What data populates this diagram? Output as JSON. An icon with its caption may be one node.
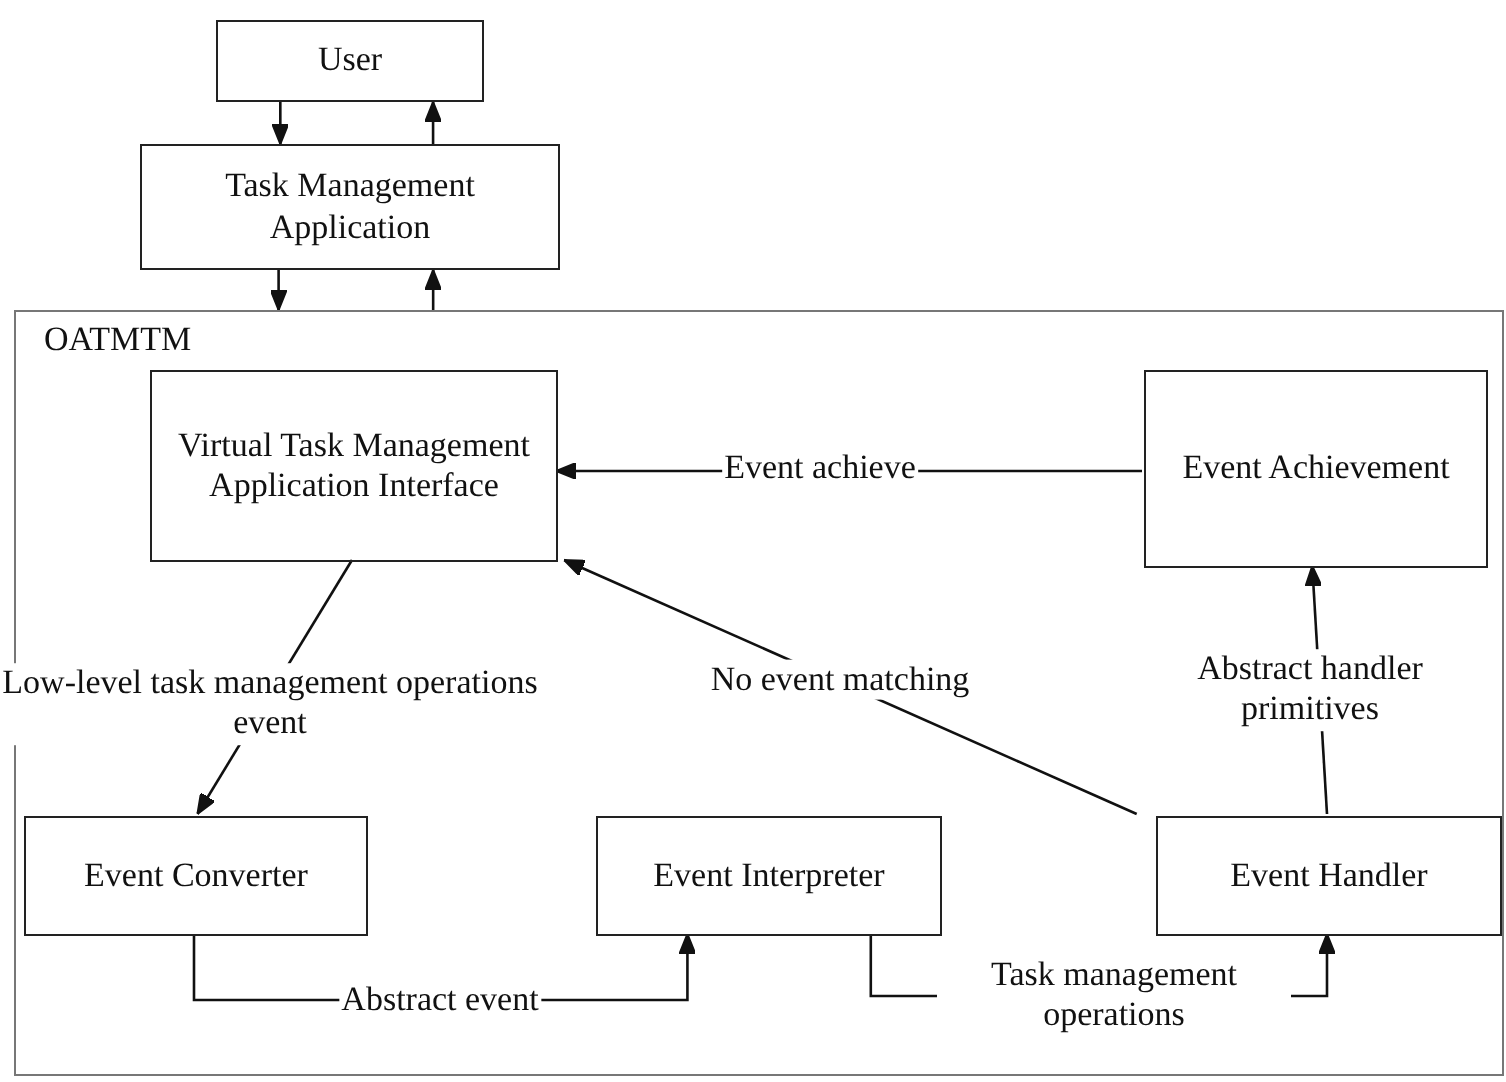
{
  "diagram": {
    "nodes": [
      {
        "text": [
          "User"
        ]
      },
      {
        "text": [
          "Task Management Application"
        ]
      },
      {
        "text": [
          "OATMTM"
        ]
      },
      {
        "text": [
          "Virtual Task Management Application Interface"
        ],
        "in": 2
      },
      {
        "text": [
          "Event Achievement"
        ],
        "in": 2
      },
      {
        "text": [
          "Event Converter"
        ],
        "in": 2
      },
      {
        "text": [
          "Event Interpreter"
        ],
        "in": 2
      },
      {
        "text": [
          "Event Handler"
        ],
        "in": 2
      }
    ],
    "edges": [
      {
        "from": 0,
        "to": 1,
        "arrow": "to"
      },
      {
        "from": 1,
        "to": 0,
        "arrow": "to"
      },
      {
        "from": 1,
        "to": 2,
        "arrow": "to"
      },
      {
        "from": 2,
        "to": 1,
        "arrow": "to"
      },
      {
        "from": 4,
        "to": 3,
        "arrow": "to",
        "label": "Event achieve"
      },
      {
        "from": 3,
        "to": 5,
        "arrow": "to",
        "label": "Low-level task management operations event"
      },
      {
        "from": 7,
        "to": 3,
        "arrow": "to",
        "label": "No event matching"
      },
      {
        "from": 7,
        "to": 4,
        "arrow": "to",
        "label": "Abstract handler primitives"
      },
      {
        "from": 5,
        "to": 6,
        "arrow": "to",
        "label": "Abstract event"
      },
      {
        "from": 6,
        "to": 7,
        "arrow": "to",
        "label": "Task management operations"
      }
    ]
  }
}
